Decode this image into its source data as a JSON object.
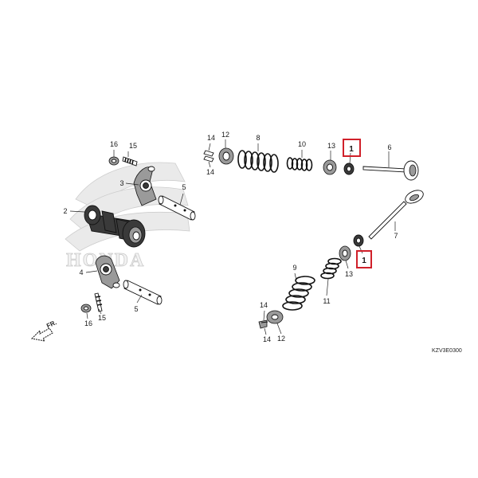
{
  "diagram": {
    "catalog_code": "KZV3E0300",
    "direction_label": "FR.",
    "brand_watermark": "HONDA",
    "highlight_color": "#d0202a",
    "callouts": [
      {
        "id": "c1a",
        "label": "1",
        "highlighted": true
      },
      {
        "id": "c1b",
        "label": "1",
        "highlighted": true
      },
      {
        "id": "c2",
        "label": "2"
      },
      {
        "id": "c3",
        "label": "3"
      },
      {
        "id": "c4",
        "label": "4"
      },
      {
        "id": "c5a",
        "label": "5"
      },
      {
        "id": "c5b",
        "label": "5"
      },
      {
        "id": "c6",
        "label": "6"
      },
      {
        "id": "c7",
        "label": "7"
      },
      {
        "id": "c8",
        "label": "8"
      },
      {
        "id": "c9",
        "label": "9"
      },
      {
        "id": "c10",
        "label": "10"
      },
      {
        "id": "c11",
        "label": "11"
      },
      {
        "id": "c12a",
        "label": "12"
      },
      {
        "id": "c12b",
        "label": "12"
      },
      {
        "id": "c13a",
        "label": "13"
      },
      {
        "id": "c13b",
        "label": "13"
      },
      {
        "id": "c14a",
        "label": "14"
      },
      {
        "id": "c14b",
        "label": "14"
      },
      {
        "id": "c14c",
        "label": "14"
      },
      {
        "id": "c14d",
        "label": "14"
      },
      {
        "id": "c15a",
        "label": "15"
      },
      {
        "id": "c15b",
        "label": "15"
      },
      {
        "id": "c16a",
        "label": "16"
      },
      {
        "id": "c16b",
        "label": "16"
      }
    ]
  }
}
